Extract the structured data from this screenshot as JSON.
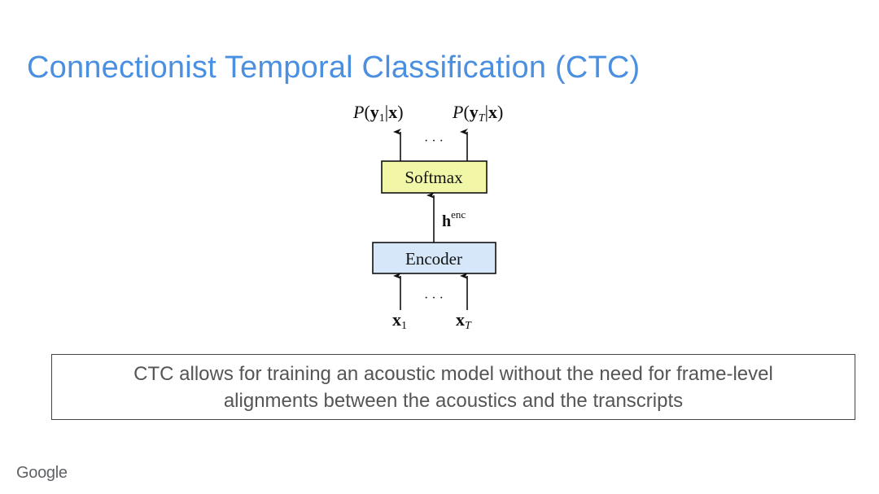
{
  "slide": {
    "title": "Connectionist Temporal Classification (CTC)",
    "caption_line1": "CTC allows for training an acoustic model without the need for frame-level",
    "caption_line2": "alignments between the acoustics and the transcripts",
    "logo_text": "Google"
  },
  "diagram": {
    "softmax_label": "Softmax",
    "encoder_label": "Encoder",
    "softmax_fill": "#f2f7a8",
    "encoder_fill": "#d5e7f8",
    "hidden_label": "h",
    "hidden_superscript": "enc",
    "ellipsis": "· · ·",
    "output_first": {
      "prefix": "P(",
      "var": "y",
      "sub": "1",
      "suffix": "|x)"
    },
    "output_last": {
      "prefix": "P(",
      "var": "y",
      "sub": "T",
      "suffix": "|x)"
    },
    "input_first": {
      "var": "x",
      "sub": "1"
    },
    "input_last": {
      "var": "x",
      "sub": "T"
    }
  },
  "colors": {
    "title": "#4a8fe0",
    "caption_text": "#555555",
    "border": "#444444"
  }
}
